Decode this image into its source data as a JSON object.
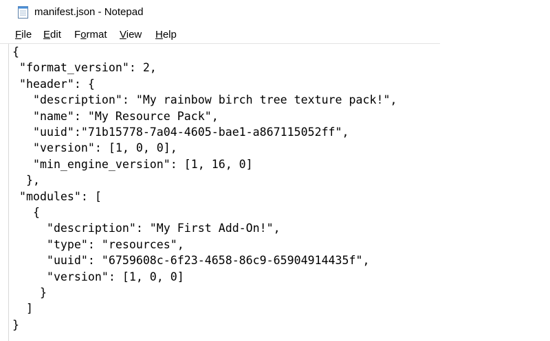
{
  "window": {
    "title": "manifest.json - Notepad",
    "icon": "notepad-icon"
  },
  "menu": {
    "items": [
      {
        "label": "File",
        "accel": "F",
        "rest": "ile"
      },
      {
        "label": "Edit",
        "accel": "E",
        "rest": "dit"
      },
      {
        "label": "Format",
        "pre": "F",
        "accel": "o",
        "rest": "rmat"
      },
      {
        "label": "View",
        "accel": "V",
        "rest": "iew"
      },
      {
        "label": "Help",
        "accel": "H",
        "rest": "elp"
      }
    ]
  },
  "editor": {
    "lines": [
      "{",
      " \"format_version\": 2,",
      " \"header\": {",
      "   \"description\": \"My rainbow birch tree texture pack!\",",
      "   \"name\": \"My Resource Pack\",",
      "   \"uuid\":\"71b15778-7a04-4605-bae1-a867115052ff\",",
      "   \"version\": [1, 0, 0],",
      "   \"min_engine_version\": [1, 16, 0]",
      "  },",
      " \"modules\": [",
      "   {",
      "     \"description\": \"My First Add-On!\",",
      "     \"type\": \"resources\",",
      "     \"uuid\": \"6759608c-6f23-4658-86c9-65904914435f\",",
      "     \"version\": [1, 0, 0]",
      "    }",
      "  ]",
      "}"
    ]
  },
  "colors": {
    "background": "#ffffff",
    "text": "#000000",
    "icon_blue": "#4a8fd8"
  }
}
